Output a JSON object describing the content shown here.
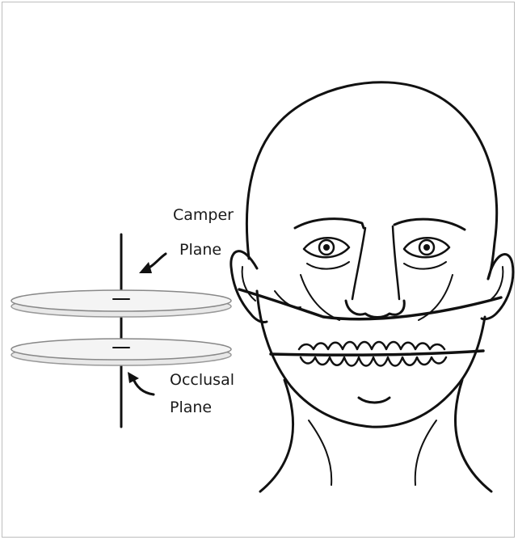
{
  "labels": {
    "camper_line1": "Camper",
    "camper_line2": "Plane",
    "occlusal_line1": "Occlusal",
    "occlusal_line2": "Plane"
  },
  "colors": {
    "ink": "#111111",
    "disc_stroke": "#9a9a9a",
    "disc_fill": "#f2f2f2",
    "frame": "#bdbdbd"
  }
}
